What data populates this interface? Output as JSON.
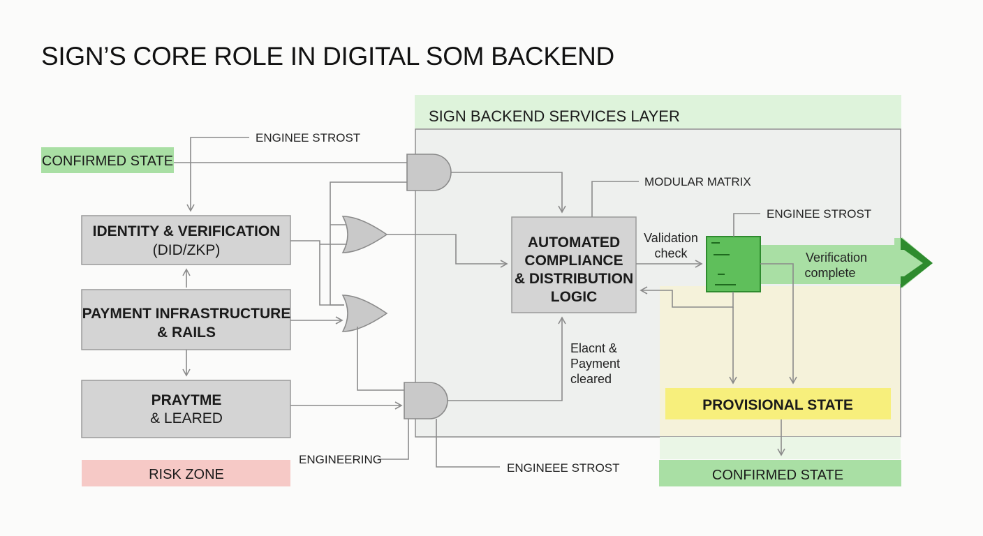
{
  "title": "SIGN’S CORE ROLE IN DIGITAL SOM BACKEND",
  "layer_title": "SIGN BACKEND SERVICES LAYER",
  "confirmed_state_top": "CONFIRMED STATE",
  "confirmed_state_bottom": "CONFIRMED STATE",
  "risk_zone": "RISK ZONE",
  "provisional_state": "PROVISIONAL STATE",
  "boxes": {
    "identity": {
      "line1": "IDENTITY & VERIFICATION",
      "line2": "(DID/ZKP)"
    },
    "payment": {
      "line1": "PAYMENT INFRASTRUCTURE",
      "line2": "& RAILS"
    },
    "praytme": {
      "line1": "PRAYTME",
      "line2": "& LEARED"
    },
    "compliance": {
      "line1": "AUTOMATED",
      "line2": "COMPLIANCE",
      "line3": "& DISTRIBUTION",
      "line4": "LOGIC"
    }
  },
  "labels": {
    "enginee_strost_top": "ENGINEE STROST",
    "modular_matrix": "MODULAR MATRIX",
    "enginee_strost_right": "ENGINEE STROST",
    "validation_line1": "Validation",
    "validation_line2": "check",
    "verification_line1": "Verification",
    "verification_line2": "complete",
    "elacnt_line1": "Elacnt &",
    "elacnt_line2": "Payment",
    "elacnt_line3": "cleared",
    "engineering": "ENGINEERING",
    "enginee_strost_bottom": "ENGINEEE STROST"
  },
  "colors": {
    "light_green": "#a9dfa4",
    "green": "#5fbf5b",
    "dark_green": "#2e8b2e",
    "grey_box": "#d4d4d4",
    "yellow": "#f7ef7c",
    "pink": "#f6c9c6",
    "layer_bg": "#eef0ee",
    "layer_header": "#def3db"
  }
}
